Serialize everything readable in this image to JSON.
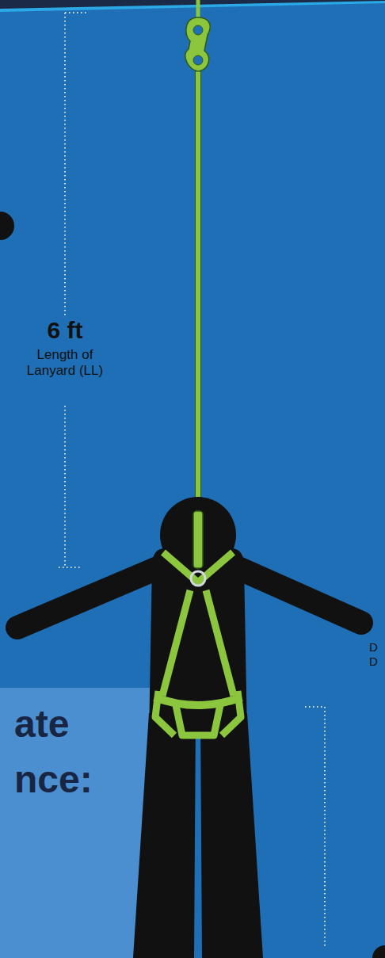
{
  "diagram": {
    "labels": [
      "6 ft",
      "Length of Lanyard (LL)",
      "ate",
      "nce:",
      "D",
      "D"
    ]
  }
}
